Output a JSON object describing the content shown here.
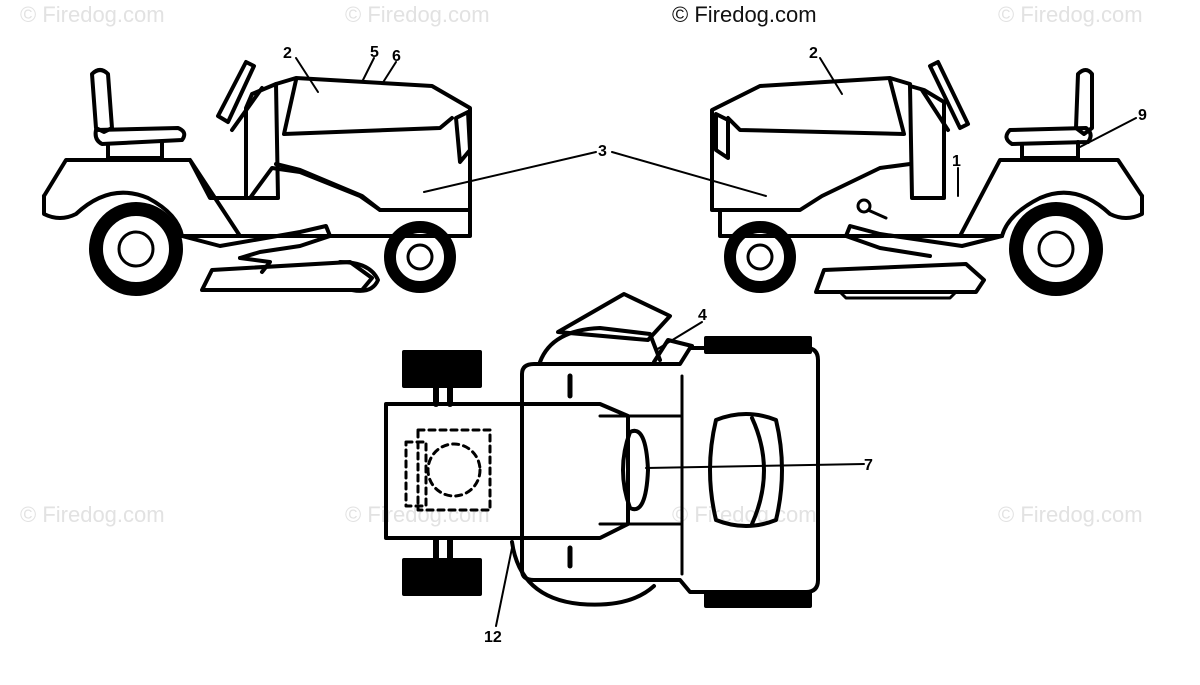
{
  "copyright": "© Firedog.com",
  "watermark_text": "© Firedog.com",
  "callouts": {
    "left_hood_top": "2",
    "left_label_5": "5",
    "left_label_6": "6",
    "center_3": "3",
    "right_hood_top": "2",
    "right_label_9": "9",
    "right_label_1": "1",
    "top_label_4": "4",
    "top_label_7": "7",
    "bottom_label_12": "12"
  },
  "colors": {
    "line": "#000000",
    "watermark": "#e2e2e2",
    "background": "#ffffff"
  }
}
